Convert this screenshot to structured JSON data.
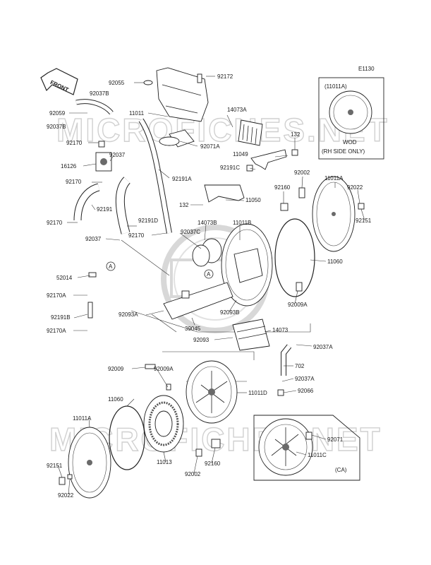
{
  "figure_code": "E1130",
  "watermark": {
    "text": "MICROFICHES.NET"
  },
  "front_arrow": {
    "text": "FRONT"
  },
  "inset_wod": {
    "ref": "(11011A)",
    "label_line1": "WOD",
    "label_line2": "(RH SIDE ONLY)"
  },
  "inset_ca": {
    "label": "(CA)"
  },
  "callout_a": "A",
  "labels": {
    "p92055": "92055",
    "p92172": "92172",
    "p92037B": "92037B",
    "p92059": "92059",
    "p11011": "11011",
    "p14073A": "14073A",
    "p92037B_2": "92037B",
    "p92071A": "92071A",
    "p132a": "132",
    "p11049": "11049",
    "p92170a": "92170",
    "p92037a": "92037",
    "p16126": "16126",
    "p92191C": "92191C",
    "p92191A": "92191A",
    "p92002a": "92002",
    "p11011A": "11011A",
    "p92170b": "92170",
    "p92160a": "92160",
    "p92022a": "92022",
    "p132b": "132",
    "p11050": "11050",
    "p92191": "92191",
    "p92151a": "92151",
    "p92170c": "92170",
    "p92191D": "92191D",
    "p14073B": "14073B",
    "p11011B": "11011B",
    "p92037C": "92037C",
    "p92170d": "92170",
    "p92037b": "92037",
    "p11060a": "11060",
    "p52014": "52014",
    "p92170A": "92170A",
    "p92009A": "92009A",
    "p92191B": "92191B",
    "p92093A": "92093A",
    "p92093B": "92093B",
    "p92170A_2": "92170A",
    "p39045": "39045",
    "p14073": "14073",
    "p92093": "92093",
    "p92037A": "92037A",
    "p92009": "92009",
    "p92009A_2": "92009A",
    "p702": "702",
    "p92037A_2": "92037A",
    "p11011D": "11011D",
    "p92066": "92066",
    "p11060b": "11060",
    "p11011A_2": "11011A",
    "p92071": "92071",
    "p11013": "11013",
    "p92160b": "92160",
    "p11011C": "11011C",
    "p92151b": "92151",
    "p92002b": "92002",
    "p92022b": "92022"
  }
}
